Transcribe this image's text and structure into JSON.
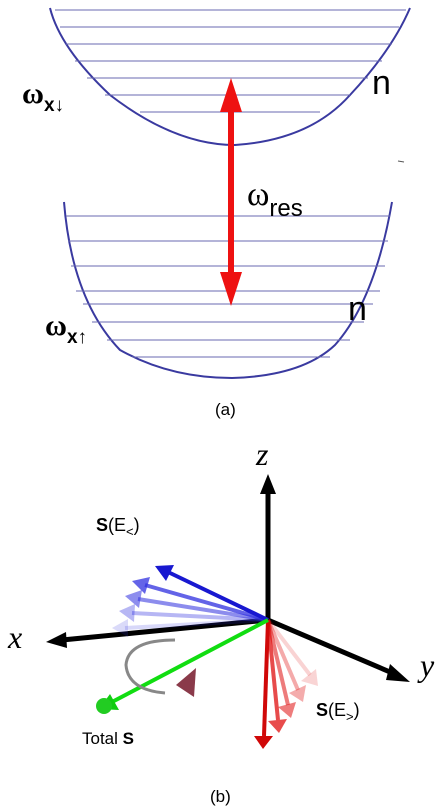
{
  "panel_a": {
    "label": "(a)",
    "upper_level_symbol": "ω",
    "upper_level_subscript": "x↓",
    "lower_level_symbol": "ω",
    "lower_level_subscript": "x↑",
    "upper_n": "n",
    "lower_n": "n",
    "resonance_symbol": "ω",
    "resonance_subscript": "res",
    "colors": {
      "parabola": "#3a3aa0",
      "arrow": "#ee1111"
    }
  },
  "panel_b": {
    "label": "(b)",
    "axis_z": "z",
    "axis_x": "x",
    "axis_y": "y",
    "s_less_bold": "S",
    "s_less_rest": "(E",
    "s_less_sub": "<",
    "s_less_close": ")",
    "s_greater_bold": "S",
    "s_greater_rest": "(E",
    "s_greater_sub": ">",
    "s_greater_close": ")",
    "total_text": "Total ",
    "total_bold": "S",
    "colors": {
      "blue": "#2020d0",
      "red": "#e01010",
      "green": "#11dd11",
      "axis": "#000000"
    }
  }
}
